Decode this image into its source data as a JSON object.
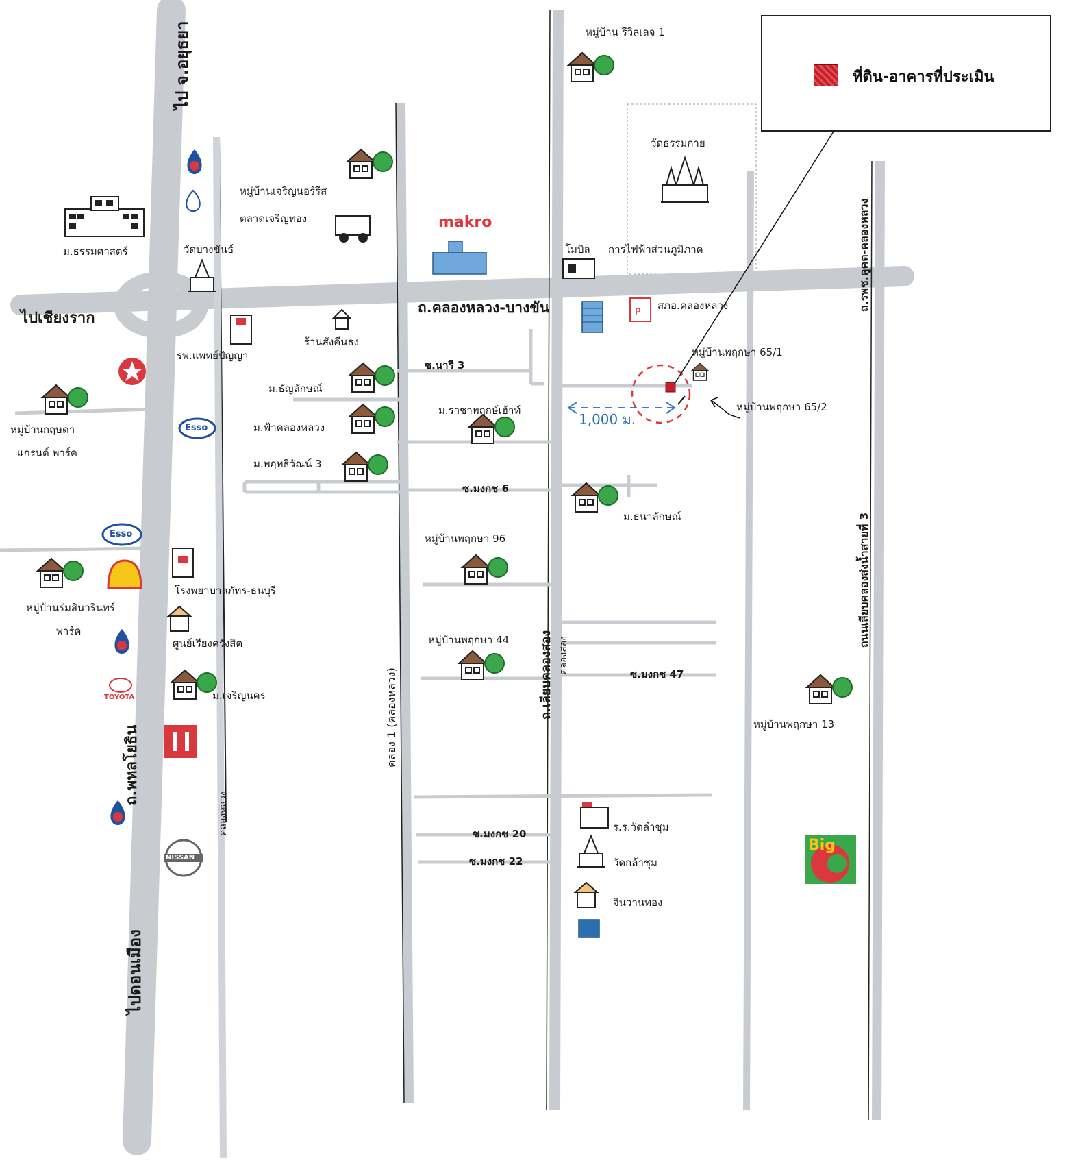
{
  "legend": {
    "swatch_color": "#c7202a",
    "label": "ที่ดิน-อาคารที่ประเมิน"
  },
  "roads": {
    "phahon_yothin": "ถ.พหลโยธิน",
    "to_ayutthaya": "ไป จ.อยุธยา",
    "to_chiang_rak": "ไปเชียงราก",
    "to_don_mueang": "ไปดอนเมือง",
    "khlong_luang_bang_khan": "ถ.คลองหลวง-บางขัน",
    "liap_khlong_song": "ถ.เลียบคลองสอง",
    "khlong_song_small": "คลองสอง",
    "khlong_1": "คลอง 1 (คลองหลวง)",
    "khlong_luang_small": "คลองหลวง",
    "rama_khukot_khlong_luang": "ถ.รพช.คูคต-คลองหลวง",
    "liap_khlong_song_nam_3": "ถนนเลียบคลองส่งน้ำสายที่ 3",
    "soi_nari_3": "ซ.นารี 3",
    "soi_mongkol_6": "ซ.มงกช 6",
    "soi_mongkol_47": "ซ.มงกช 47",
    "soi_mongkol_20": "ซ.มงกช 20",
    "soi_mongkol_22": "ซ.มงกช 22",
    "distance": "1,000 ม."
  },
  "places": {
    "thammasat": "ม.ธรรมศาสตร์",
    "wat_pathum": "วัดบางขันธ์",
    "charoen_market": "ตลาดเจริญทอง",
    "charoen_village": "หมู่บ้านเจริญนอร์รีส",
    "makro": "makro",
    "mobil": "โมบิล",
    "pea": "การไฟฟ้าส่วนภูมิภาค",
    "wat_thammakai": "วัดธรรมกาย",
    "village_rivilage": "หมู่บ้าน รีวิลเลจ 1",
    "hospital_paet": "รพ.แพทย์ปัญญา",
    "shop": "ร้านสังคีนธง",
    "post_office": "สภอ.คลองหลวง",
    "pruksa_65_1": "หมู่บ้านพฤกษา 65/1",
    "pruksa_65_2": "หมู่บ้านพฤกษา 65/2",
    "m_thanlak": "ม.ธัญลักษณ์",
    "m_rachapruek": "ม.ราชาพฤกษ์เฮ้าท์",
    "m_fa_khlong_luang": "ม.ฟ้าคลองหลวง",
    "m_phatthirawan": "ม.พฤทธิวัณน์ 3",
    "krisda_grand": "หมู่บ้านกฤษดา",
    "krisda_grand2": "แกรนด์ พาร์ค",
    "m_thanalak": "ม.ธนาลักษณ์",
    "pruksa_96": "หมู่บ้านพฤกษา 96",
    "pruksa_44": "หมู่บ้านพฤกษา 44",
    "pruksa_13": "หมู่บ้านพฤกษา 13",
    "romsin_park": "หมู่บ้านร่มสินารินทร์",
    "romsin_park2": "พาร์ค",
    "hospital_phat": "โรงพยาบาลภัทร-ธนบุรี",
    "center_rangsit": "ศูนย์เรียงครังสิต",
    "m_charoen_nakhon": "ม.เจริญนคร",
    "school_wat_lam": "ร.ร.วัดลำชุม",
    "wat_lam": "วัดกล้าชุม",
    "gold_shop": "จินวานทอง",
    "big_c": "Big C",
    "esso": "Esso",
    "toyota": "TOYOTA",
    "nissan": "NISSAN"
  }
}
